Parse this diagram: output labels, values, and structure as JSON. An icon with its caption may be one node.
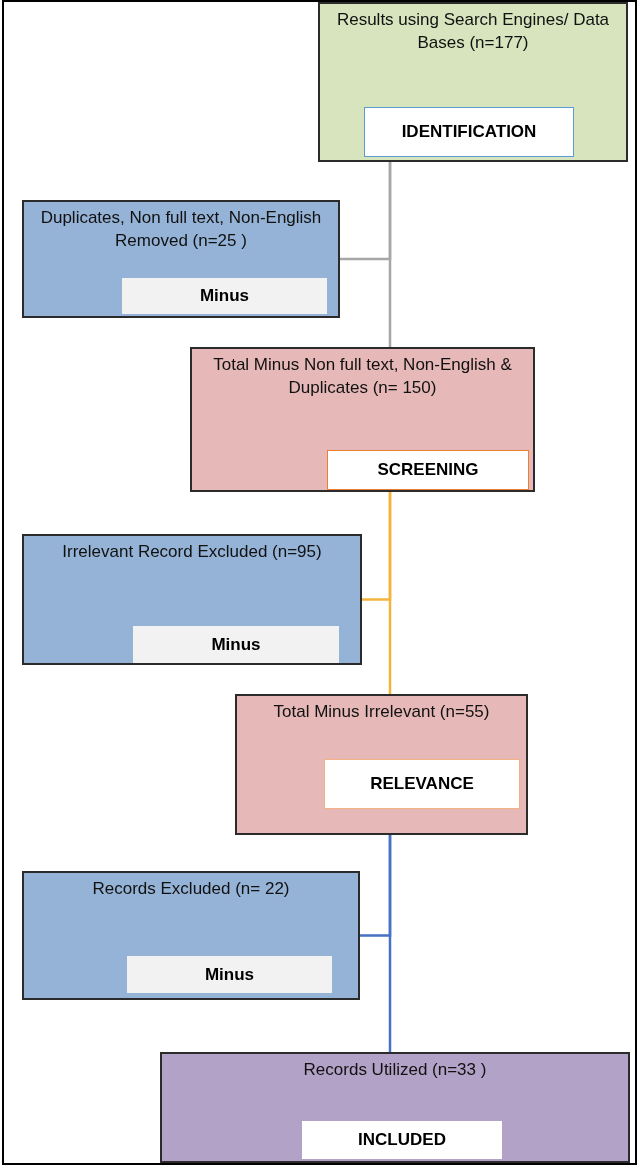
{
  "diagram": {
    "nodes": [
      {
        "text": [
          "Results using Search Engines/ Data Bases (n=177)"
        ]
      },
      {
        "text": [
          "IDENTIFICATION"
        ],
        "in": 0
      },
      {
        "text": [
          "Duplicates, Non full text, Non-English Removed (n=25 )"
        ]
      },
      {
        "text": [
          "Minus"
        ],
        "in": 2
      },
      {
        "text": [
          "Total Minus  Non full text, Non-English & Duplicates (n= 150)"
        ]
      },
      {
        "text": [
          "SCREENING"
        ],
        "in": 4
      },
      {
        "text": [
          "Irrelevant Record Excluded (n=95)"
        ]
      },
      {
        "text": [
          "Minus"
        ],
        "in": 6
      },
      {
        "text": [
          "Total Minus Irrelevant (n=55)"
        ]
      },
      {
        "text": [
          "RELEVANCE"
        ],
        "in": 8
      },
      {
        "text": [
          "Records Excluded (n= 22)"
        ]
      },
      {
        "text": [
          "Minus"
        ],
        "in": 10
      },
      {
        "text": [
          "Records Utilized (n=33 )"
        ]
      },
      {
        "text": [
          "INCLUDED"
        ],
        "in": 12
      }
    ],
    "edges": [
      {
        "from": 0,
        "to": 2,
        "arrow": "none",
        "color": "#a6a6a6"
      },
      {
        "from": 0,
        "to": 4,
        "arrow": "none",
        "color": "#a6a6a6"
      },
      {
        "from": 4,
        "to": 6,
        "arrow": "none",
        "color": "#f4b43c"
      },
      {
        "from": 4,
        "to": 8,
        "arrow": "none",
        "color": "#f4b43c"
      },
      {
        "from": 8,
        "to": 10,
        "arrow": "none",
        "color": "#4472c4"
      },
      {
        "from": 8,
        "to": 12,
        "arrow": "none",
        "color": "#4472c4"
      }
    ]
  }
}
